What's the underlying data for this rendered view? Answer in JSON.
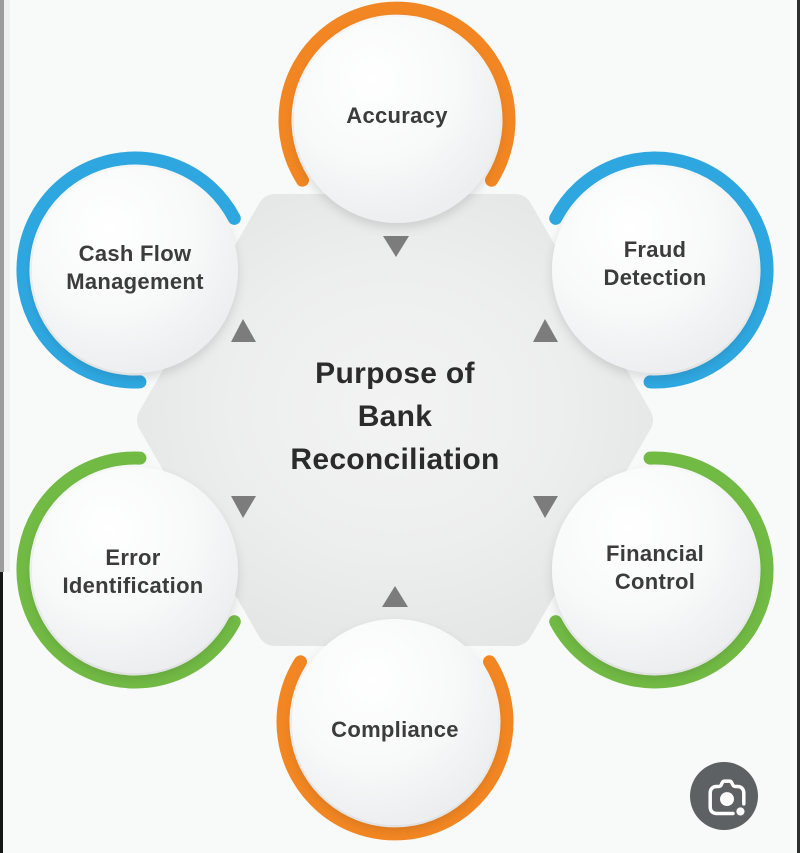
{
  "diagram": {
    "title_node": {
      "line1": "Purpose of",
      "line2": "Bank",
      "line3": "Reconciliation"
    },
    "nodes": [
      {
        "id": "accuracy",
        "line1": "Accuracy",
        "line2": "",
        "ring_color": "#F28622"
      },
      {
        "id": "fraud-detection",
        "line1": "Fraud",
        "line2": "Detection",
        "ring_color": "#2EA7E0"
      },
      {
        "id": "financial-control",
        "line1": "Financial",
        "line2": "Control",
        "ring_color": "#71BA44"
      },
      {
        "id": "compliance",
        "line1": "Compliance",
        "line2": "",
        "ring_color": "#F28622"
      },
      {
        "id": "error-identification",
        "line1": "Error",
        "line2": "Identification",
        "ring_color": "#71BA44"
      },
      {
        "id": "cash-flow-management",
        "line1": "Cash Flow",
        "line2": "Management",
        "ring_color": "#2EA7E0"
      }
    ],
    "arrow_color": "#7c7c7c",
    "text_color": "#3c3c3c",
    "center_text_color": "#2b2b2b",
    "background_color": "#f8f9f9"
  },
  "lens_button": {
    "icon": "camera-lens-icon",
    "background": "#5e6164",
    "glyph_color": "#ffffff"
  }
}
